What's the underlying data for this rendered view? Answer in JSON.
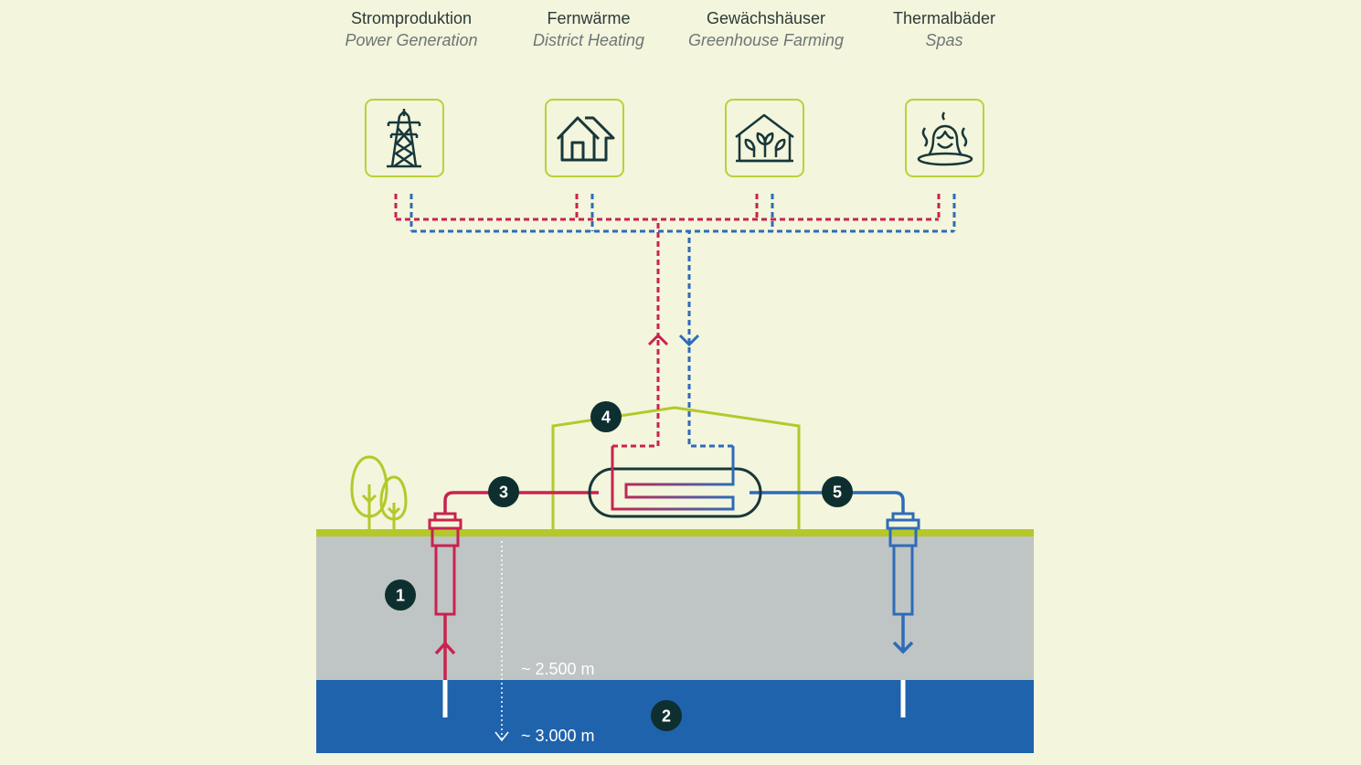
{
  "categories": [
    {
      "de": "Stromproduktion",
      "en": "Power Generation",
      "icon": "power-pylon-icon"
    },
    {
      "de": "Fernwärme",
      "en": "District Heating",
      "icon": "houses-icon"
    },
    {
      "de": "Gewächshäuser",
      "en": "Greenhouse Farming",
      "icon": "greenhouse-icon"
    },
    {
      "de": "Thermalbäder",
      "en": "Spas",
      "icon": "spa-bather-icon"
    }
  ],
  "markers": [
    "1",
    "2",
    "3",
    "4",
    "5"
  ],
  "depths": {
    "shallow": "~ 2.500 m",
    "deep": "~ 3.000 m"
  },
  "colors": {
    "background": "#f3f5dc",
    "hot_line": "#c8234f",
    "cold_line": "#2e6bb8",
    "ground": "#bfc4c4",
    "aquifer": "#1f63ad",
    "surface": "#b5c82a",
    "badge": "#0e2f2f",
    "outline": "#17373a",
    "icon_border": "#b9d13a"
  }
}
